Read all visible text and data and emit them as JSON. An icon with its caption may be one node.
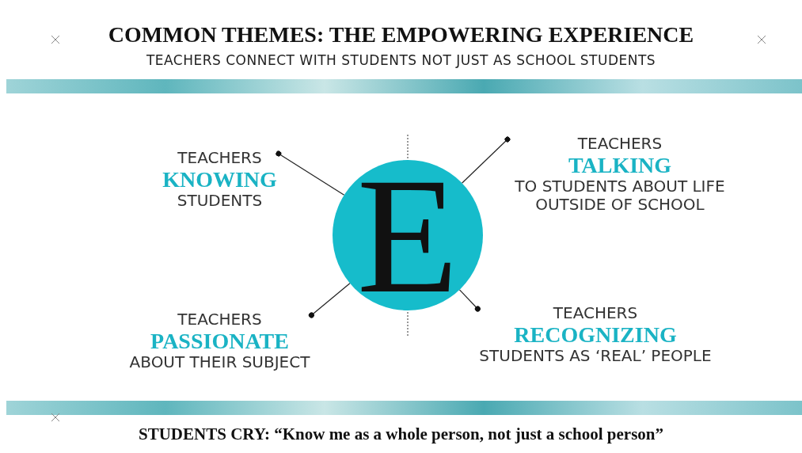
{
  "diagram": {
    "title": "COMMON THEMES: THE EMPOWERING EXPERIENCE",
    "caption": "STUDENTS CRY: “Know me as a whole person, not just a school person”",
    "nodes": [
      {
        "text": [
          "E"
        ]
      },
      {
        "text": [
          "TEACHERS",
          "KNOWING",
          "STUDENTS"
        ]
      },
      {
        "text": [
          "TEACHERS",
          "TALKING",
          "TO STUDENTS ABOUT LIFE OUTSIDE OF SCHOOL"
        ]
      },
      {
        "text": [
          "TEACHERS",
          "PASSIONATE",
          "ABOUT THEIR SUBJECT"
        ]
      },
      {
        "text": [
          "TEACHERS",
          "RECOGNIZING",
          "STUDENTS AS ‘REAL’ PEOPLE"
        ]
      }
    ],
    "edges": [
      {
        "from": 0,
        "to": 1,
        "arrow": "other"
      },
      {
        "from": 0,
        "to": 2,
        "arrow": "other"
      },
      {
        "from": 0,
        "to": 3,
        "arrow": "other"
      },
      {
        "from": 0,
        "to": 4,
        "arrow": "other"
      }
    ],
    "labels": [
      "TEACHERS CONNECT WITH STUDENTS NOT JUST AS SCHOOL STUDENTS"
    ]
  }
}
